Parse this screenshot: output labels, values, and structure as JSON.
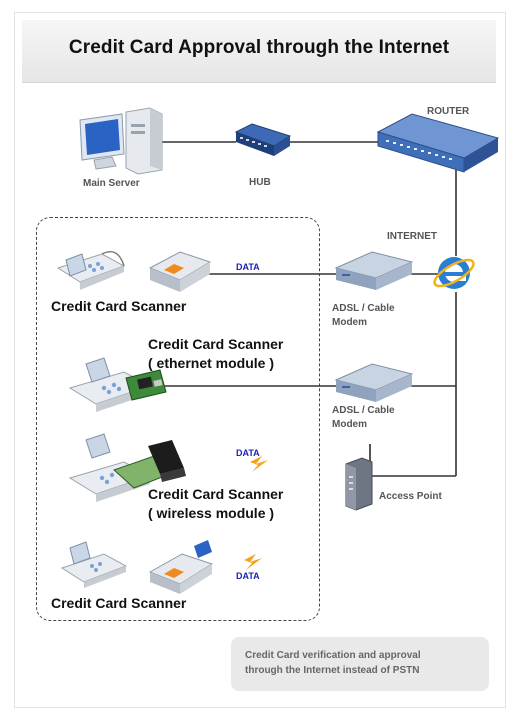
{
  "title": "Credit Card Approval through the Internet",
  "labels": {
    "main_server": "Main Server",
    "hub": "HUB",
    "router": "ROUTER",
    "internet": "INTERNET",
    "modem1_line1": "ADSL / Cable",
    "modem1_line2": "Modem",
    "modem2_line1": "ADSL / Cable",
    "modem2_line2": "Modem",
    "access_point": "Access Point"
  },
  "scanners": {
    "s1": "Credit Card Scanner",
    "s2_line1": "Credit Card Scanner",
    "s2_line2": "( ethernet module )",
    "s3_line1": "Credit Card Scanner",
    "s3_line2": "( wireless module )",
    "s4": "Credit Card Scanner"
  },
  "data_labels": {
    "d1": "DATA",
    "d2": "DATA",
    "d3": "DATA"
  },
  "note": {
    "line1": "Credit Card verification and approval",
    "line2": "through the Internet instead of PSTN"
  },
  "colors": {
    "data_text": "#1a22b8",
    "router_blue": "#3f6fb8",
    "lightning": "#f4a21a",
    "ie_blue": "#2a7fd2"
  }
}
